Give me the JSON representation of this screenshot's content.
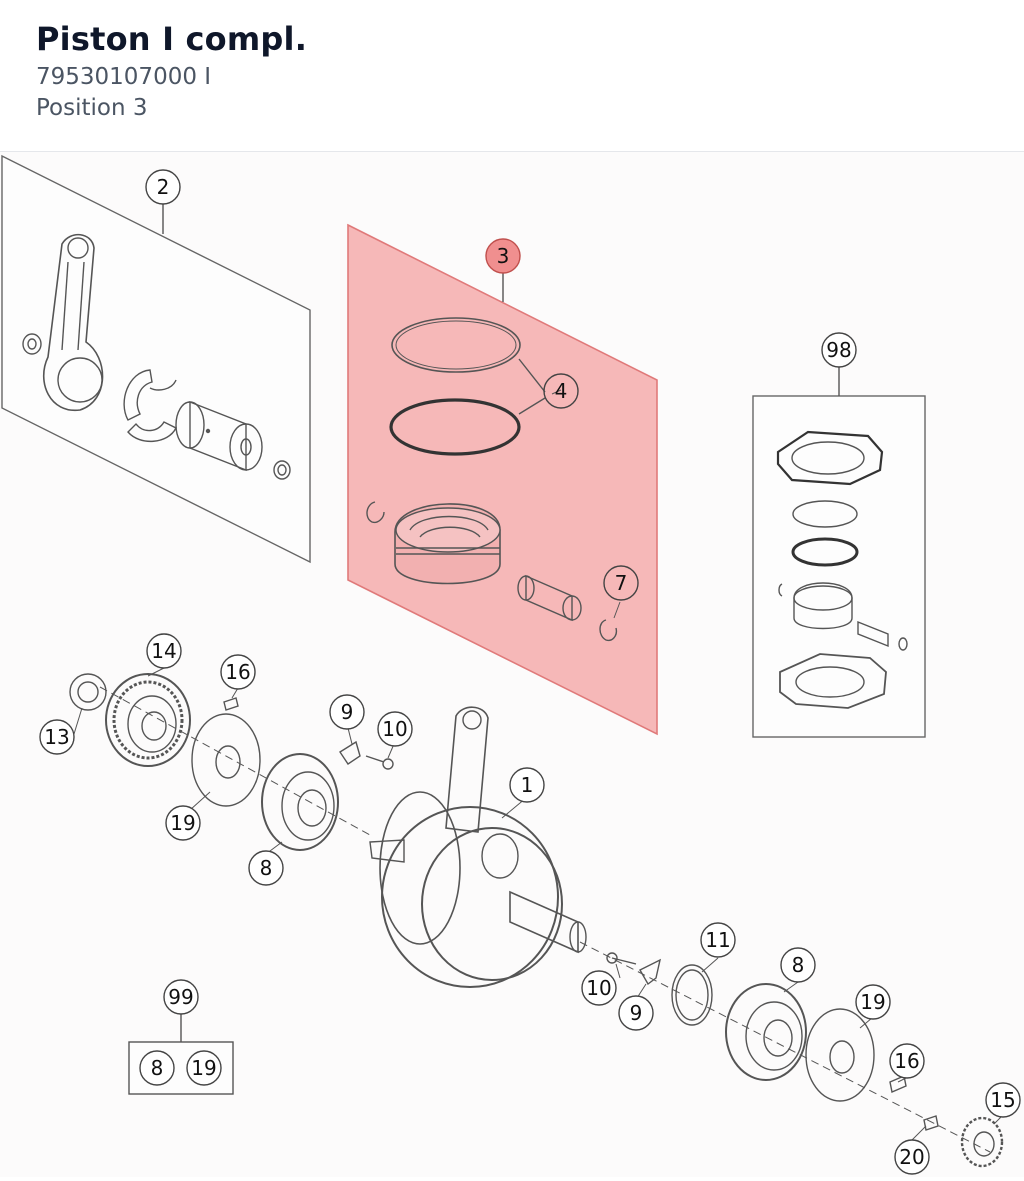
{
  "part": {
    "title": "Piston I compl.",
    "number": "79530107000 I",
    "position": "Position 3"
  },
  "colors": {
    "highlight_fill": "#f6b8b8",
    "highlight_stroke": "#e07a7a",
    "highlight_callout": "#f08f8f",
    "line": "#555555"
  },
  "callouts": {
    "c2": "2",
    "c3": "3",
    "c4": "4",
    "c7": "7",
    "c98": "98",
    "c14": "14",
    "c16a": "16",
    "c13": "13",
    "c9a": "9",
    "c10a": "10",
    "c1": "1",
    "c19a": "19",
    "c8a": "8",
    "c11": "11",
    "c8b": "8",
    "c10b": "10",
    "c9b": "9",
    "c19b": "19",
    "c16b": "16",
    "c15": "15",
    "c20": "20",
    "c99": "99",
    "c99_8": "8",
    "c99_19": "19"
  }
}
